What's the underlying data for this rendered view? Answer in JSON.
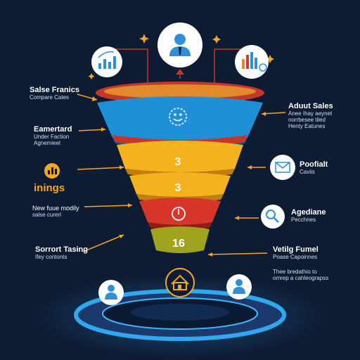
{
  "colors": {
    "background": "#0d1b33",
    "rim_red": "#c8352b",
    "rim_orange": "#e08a2c",
    "stage_blue": "#2fa8f0",
    "accent_orange": "#f5a623"
  },
  "funnel": {
    "numbers": [
      "3",
      "3",
      "16"
    ]
  },
  "left_labels": [
    {
      "title": "Salse Franics",
      "sub": [
        "Compare Cates"
      ]
    },
    {
      "title": "Eamertard",
      "sub": [
        "Under Faction",
        "Agnemieel"
      ]
    },
    {
      "title": "inings",
      "sub": []
    },
    {
      "title": "New fuue modily",
      "sub": [
        "salse curerl"
      ]
    },
    {
      "title": "Sorrort Tasing",
      "sub": [
        "Ifey contonts"
      ]
    }
  ],
  "right_labels": [
    {
      "title": "Aduut Sales",
      "sub": [
        "Anee Ihay aeynet",
        "norrbesee tiled",
        "Henty Eatunes"
      ]
    },
    {
      "title": "Poofialt",
      "sub": [
        "Caviis"
      ]
    },
    {
      "title": "Agediane",
      "sub": [
        "Pecchnes"
      ]
    },
    {
      "title": "Vetilg Fumel",
      "sub": [
        "Poase Capoinnes"
      ]
    },
    {
      "title": "",
      "sub": [
        "Thee bredathio to",
        "omrep a cahleograpss"
      ]
    }
  ],
  "icons": {
    "top": "person-icon",
    "top_left": "chart-icon",
    "top_right": "bar-chart-icon",
    "stage_1": "smile-icon",
    "stage_5": "power-icon",
    "left_3": "bar-chart-icon",
    "right_2": "mail-icon",
    "right_3": "search-icon",
    "bottom_left": "person-icon",
    "bottom_center": "house-icon",
    "bottom_right": "person-icon"
  }
}
